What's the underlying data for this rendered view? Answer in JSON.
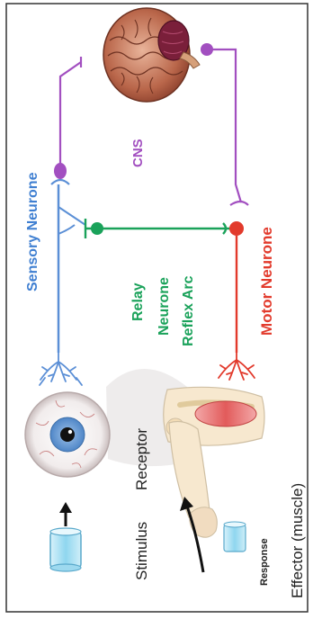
{
  "labels": {
    "sensory_neurone": "Sensory Neurone",
    "cns": "CNS",
    "relay": "Relay",
    "neurone": "Neurone",
    "reflex_arc": "Reflex Arc",
    "motor_neurone": "Motor Neurone",
    "stimulus": "Stimulus",
    "receptor": "Receptor",
    "effector": "Effector (muscle)",
    "response": "Response"
  },
  "colors": {
    "sensory": "#5b8fd6",
    "cns": "#a24fc0",
    "relay": "#1aa25a",
    "motor": "#e23a2c",
    "text_dark": "#222222",
    "frame": "#333333"
  },
  "icons": {
    "brain": "brain-icon",
    "eye": "eye-icon",
    "arm": "arm-muscle-icon",
    "beaker": "beaker-icon"
  }
}
